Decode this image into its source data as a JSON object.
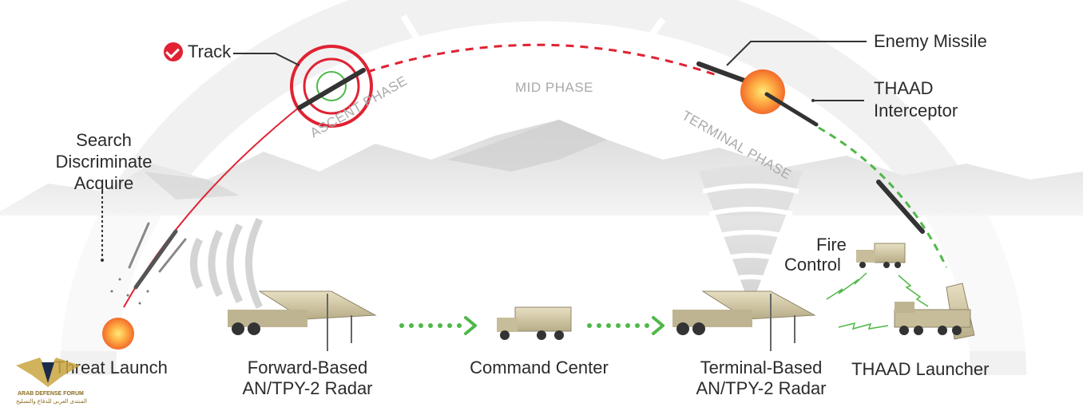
{
  "labels": {
    "track": "Track",
    "search": "Search",
    "discriminate": "Discriminate",
    "acquire": "Acquire",
    "threat_launch": "Threat Launch",
    "forward_radar_line1": "Forward-Based",
    "forward_radar_line2": "AN/TPY-2 Radar",
    "command_center": "Command Center",
    "terminal_radar_line1": "Terminal-Based",
    "terminal_radar_line2": "AN/TPY-2 Radar",
    "thaad_launcher": "THAAD Launcher",
    "enemy_missile": "Enemy Missile",
    "thaad_interceptor_line1": "THAAD",
    "thaad_interceptor_line2": "Interceptor",
    "fire_line1": "Fire",
    "fire_line2": "Control"
  },
  "phases": {
    "ascent": "ASCENT PHASE",
    "mid": "MID PHASE",
    "terminal": "TERMINAL PHASE"
  },
  "watermark": {
    "name": "ARAB DEFENSE FORUM",
    "arabic": "المنتدى العربي للدفاع والتسليح"
  },
  "colors": {
    "threat_red": "#e02233",
    "link_green": "#4fb848",
    "phase_gray": "#a9a9a9",
    "vehicle_tan": "#d8cfae"
  }
}
